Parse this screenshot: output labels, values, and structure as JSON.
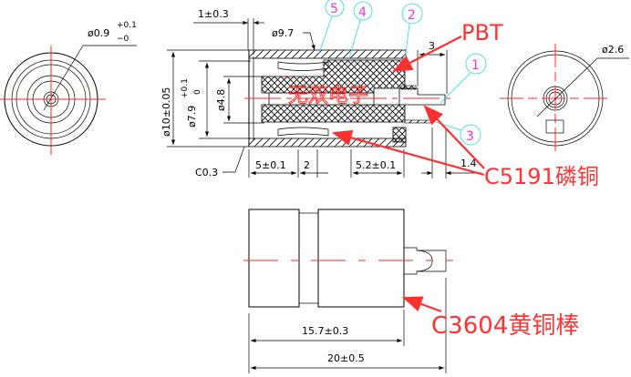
{
  "drawing": {
    "title": "Connector cross-section drawing",
    "left_view": {
      "dim_pin_diameter": "ø0.9",
      "dim_pin_tol_plus": "+0.1",
      "dim_pin_tol_minus": "−0"
    },
    "section_view": {
      "dim_flange_width": "1±0.3",
      "dim_outer_step": "ø9.7",
      "dim_outer_diameter": "ø10±0.05",
      "dim_inner_diameter": "ø7.9",
      "dim_inner_tol_plus": "+0.1",
      "dim_inner_tol_minus": "0",
      "dim_bore_diameter": "ø4.8",
      "dim_chamfer": "C0.3",
      "dim_segment_1": "5±0.1",
      "dim_segment_2": "2",
      "dim_segment_3": "5.2±0.1",
      "dim_pin_protrusion": "3",
      "dim_tab_offset": "1.4",
      "watermark": "无双电子"
    },
    "right_view": {
      "dim_pin_diameter": "ø2.6"
    },
    "bottom_view": {
      "dim_body_length": "15.7±0.3",
      "dim_total_length": "20±0.5"
    },
    "balloons": [
      "5",
      "4",
      "2",
      "1",
      "3"
    ],
    "materials": {
      "pbt": "PBT",
      "phosphor_bronze": "C5191磷铜",
      "brass_rod": "C3604黄铜棒"
    },
    "colors": {
      "annotation": "#ff3333",
      "balloon": "#e33be0",
      "leader": "#22dddd",
      "centerline": "#ff2a2a"
    }
  }
}
